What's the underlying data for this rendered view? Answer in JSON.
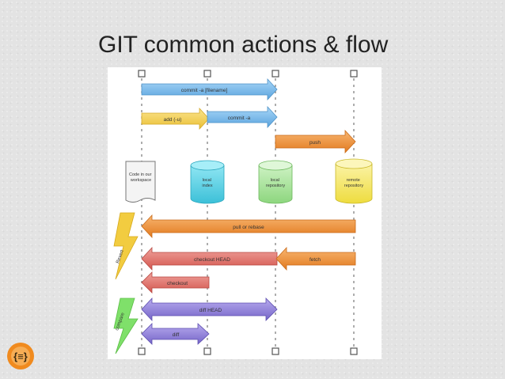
{
  "slide": {
    "title": "GIT common actions & flow"
  },
  "colors": {
    "blue_arrow": "#7db9e8",
    "yellow_arrow": "#f5d25a",
    "orange_arrow": "#f0913a",
    "red_arrow": "#e0706a",
    "purple_arrow": "#8f7ed8",
    "cylinder_cyan": "#5fd3e6",
    "cylinder_green": "#a6e39a",
    "cylinder_yellow": "#f7ea6a",
    "bolt_yellow": "#f2cc40",
    "bolt_green": "#7fe06a",
    "logo_orange": "#f08a1e"
  },
  "nodes": {
    "workspace": "Code in our workspace",
    "local_index": "local index",
    "local_repository": "local repository",
    "remote_repository": "remote repository"
  },
  "groups": {
    "revert": "Revert",
    "compare": "compare"
  },
  "actions": {
    "commit_a_filename": "commit -a [filename]",
    "add_u": "add (-u)",
    "commit_a": "commit -a",
    "push": "push",
    "pull_or_rebase": "pull or rebase",
    "checkout_head": "checkout HEAD",
    "fetch": "fetch",
    "checkout": "checkout",
    "diff_head": "diff HEAD",
    "diff": "diff"
  },
  "logo": {
    "icon": "slideshare-logo-icon"
  }
}
